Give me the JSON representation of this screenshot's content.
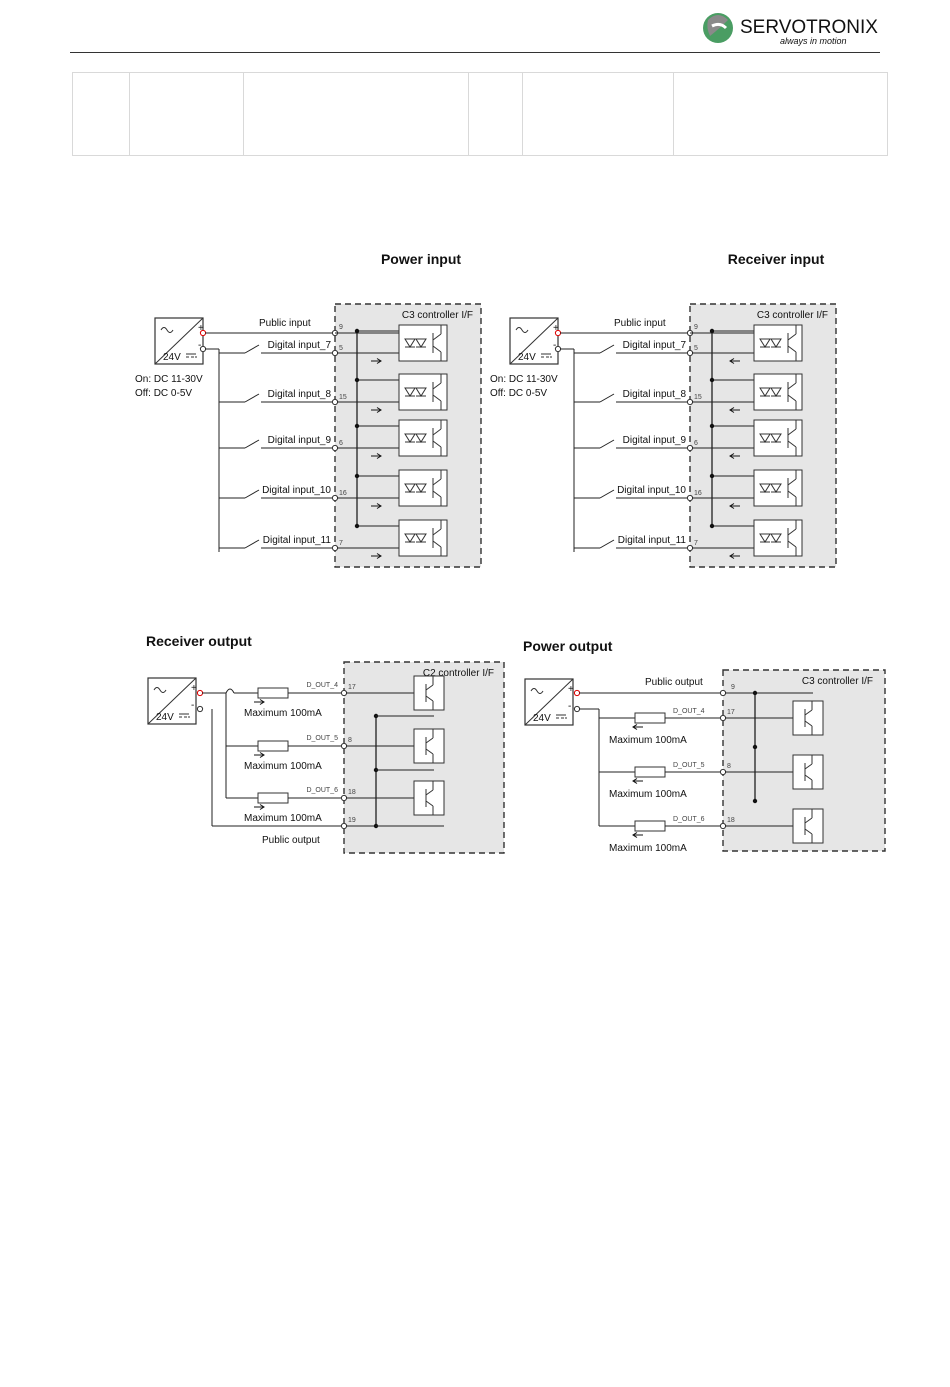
{
  "header": {
    "brand": "SERVOTRONIX",
    "tagline": "always in motion",
    "colors": {
      "brand_green": "#4a9d63",
      "brand_gray": "#8a8a8a"
    }
  },
  "empty_table": {
    "columns": 6,
    "rows": 1
  },
  "diagrams": {
    "power_input": {
      "title": "Power input",
      "iface": "C3 controller I/F",
      "public": "Public input",
      "on": "On: DC 11-30V",
      "off": "Off: DC 0-5V",
      "supply": "24V",
      "inputs": [
        {
          "label": "Digital input_7",
          "pin": "5"
        },
        {
          "label": "Digital input_8",
          "pin": "15"
        },
        {
          "label": "Digital input_9",
          "pin": "6"
        },
        {
          "label": "Digital input_10",
          "pin": "16"
        },
        {
          "label": "Digital input_11",
          "pin": "7"
        }
      ],
      "common_pin": "9"
    },
    "receiver_input": {
      "title": "Receiver input",
      "iface": "C3 controller I/F",
      "public": "Public input",
      "on": "On: DC 11-30V",
      "off": "Off: DC 0-5V",
      "supply": "24V",
      "inputs": [
        {
          "label": "Digital input_7",
          "pin": "5"
        },
        {
          "label": "Digital input_8",
          "pin": "15"
        },
        {
          "label": "Digital input_9",
          "pin": "6"
        },
        {
          "label": "Digital input_10",
          "pin": "16"
        },
        {
          "label": "Digital input_11",
          "pin": "7"
        }
      ],
      "common_pin": "9"
    },
    "receiver_output": {
      "title": "Receiver output",
      "iface": "C2 controller I/F",
      "public": "Public output",
      "supply": "24V",
      "outputs": [
        {
          "label": "D_OUT_4",
          "pin": "17",
          "max": "Maximum 100mA"
        },
        {
          "label": "D_OUT_5",
          "pin": "8",
          "max": "Maximum 100mA"
        },
        {
          "label": "D_OUT_6",
          "pin": "18",
          "max": "Maximum 100mA"
        }
      ],
      "common_pin": "19"
    },
    "power_output": {
      "title": "Power output",
      "iface": "C3 controller I/F",
      "public": "Public output",
      "supply": "24V",
      "outputs": [
        {
          "label": "D_OUT_4",
          "pin": "17",
          "max": "Maximum 100mA"
        },
        {
          "label": "D_OUT_5",
          "pin": "8",
          "max": "Maximum 100mA"
        },
        {
          "label": "D_OUT_6",
          "pin": "18",
          "max": "Maximum 100mA"
        }
      ],
      "common_pin": "9"
    }
  }
}
